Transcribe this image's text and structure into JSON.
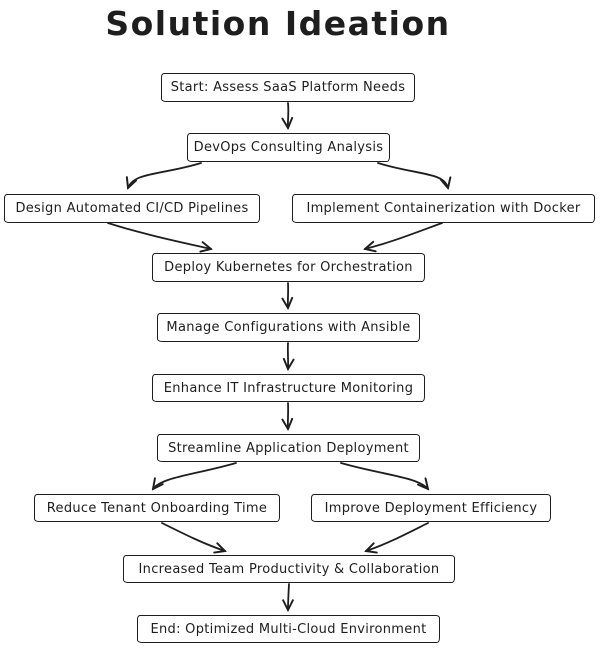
{
  "title": "Solution Ideation",
  "diagram": {
    "type": "flowchart",
    "colors": {
      "stroke": "#1e1e1e",
      "background": "#ffffff",
      "text": "#1e1e1e"
    },
    "nodes": [
      {
        "id": "start",
        "label": "Start: Assess SaaS Platform Needs"
      },
      {
        "id": "devops-analysis",
        "label": "DevOps Consulting Analysis"
      },
      {
        "id": "cicd-pipelines",
        "label": "Design Automated CI/CD Pipelines"
      },
      {
        "id": "docker-containerization",
        "label": "Implement Containerization with Docker"
      },
      {
        "id": "kubernetes-orchestration",
        "label": "Deploy Kubernetes for Orchestration"
      },
      {
        "id": "ansible-configuration",
        "label": "Manage Configurations with Ansible"
      },
      {
        "id": "infrastructure-monitoring",
        "label": "Enhance IT Infrastructure Monitoring"
      },
      {
        "id": "application-deployment",
        "label": "Streamline Application Deployment"
      },
      {
        "id": "tenant-onboarding",
        "label": "Reduce Tenant Onboarding Time"
      },
      {
        "id": "deployment-efficiency",
        "label": "Improve Deployment Efficiency"
      },
      {
        "id": "team-productivity",
        "label": "Increased Team Productivity & Collaboration"
      },
      {
        "id": "end",
        "label": "End: Optimized Multi-Cloud Environment"
      }
    ],
    "edges": [
      {
        "from": "start",
        "to": "devops-analysis"
      },
      {
        "from": "devops-analysis",
        "to": "cicd-pipelines"
      },
      {
        "from": "devops-analysis",
        "to": "docker-containerization"
      },
      {
        "from": "cicd-pipelines",
        "to": "kubernetes-orchestration"
      },
      {
        "from": "docker-containerization",
        "to": "kubernetes-orchestration"
      },
      {
        "from": "kubernetes-orchestration",
        "to": "ansible-configuration"
      },
      {
        "from": "ansible-configuration",
        "to": "infrastructure-monitoring"
      },
      {
        "from": "infrastructure-monitoring",
        "to": "application-deployment"
      },
      {
        "from": "application-deployment",
        "to": "tenant-onboarding"
      },
      {
        "from": "application-deployment",
        "to": "deployment-efficiency"
      },
      {
        "from": "tenant-onboarding",
        "to": "team-productivity"
      },
      {
        "from": "deployment-efficiency",
        "to": "team-productivity"
      },
      {
        "from": "team-productivity",
        "to": "end"
      }
    ]
  }
}
